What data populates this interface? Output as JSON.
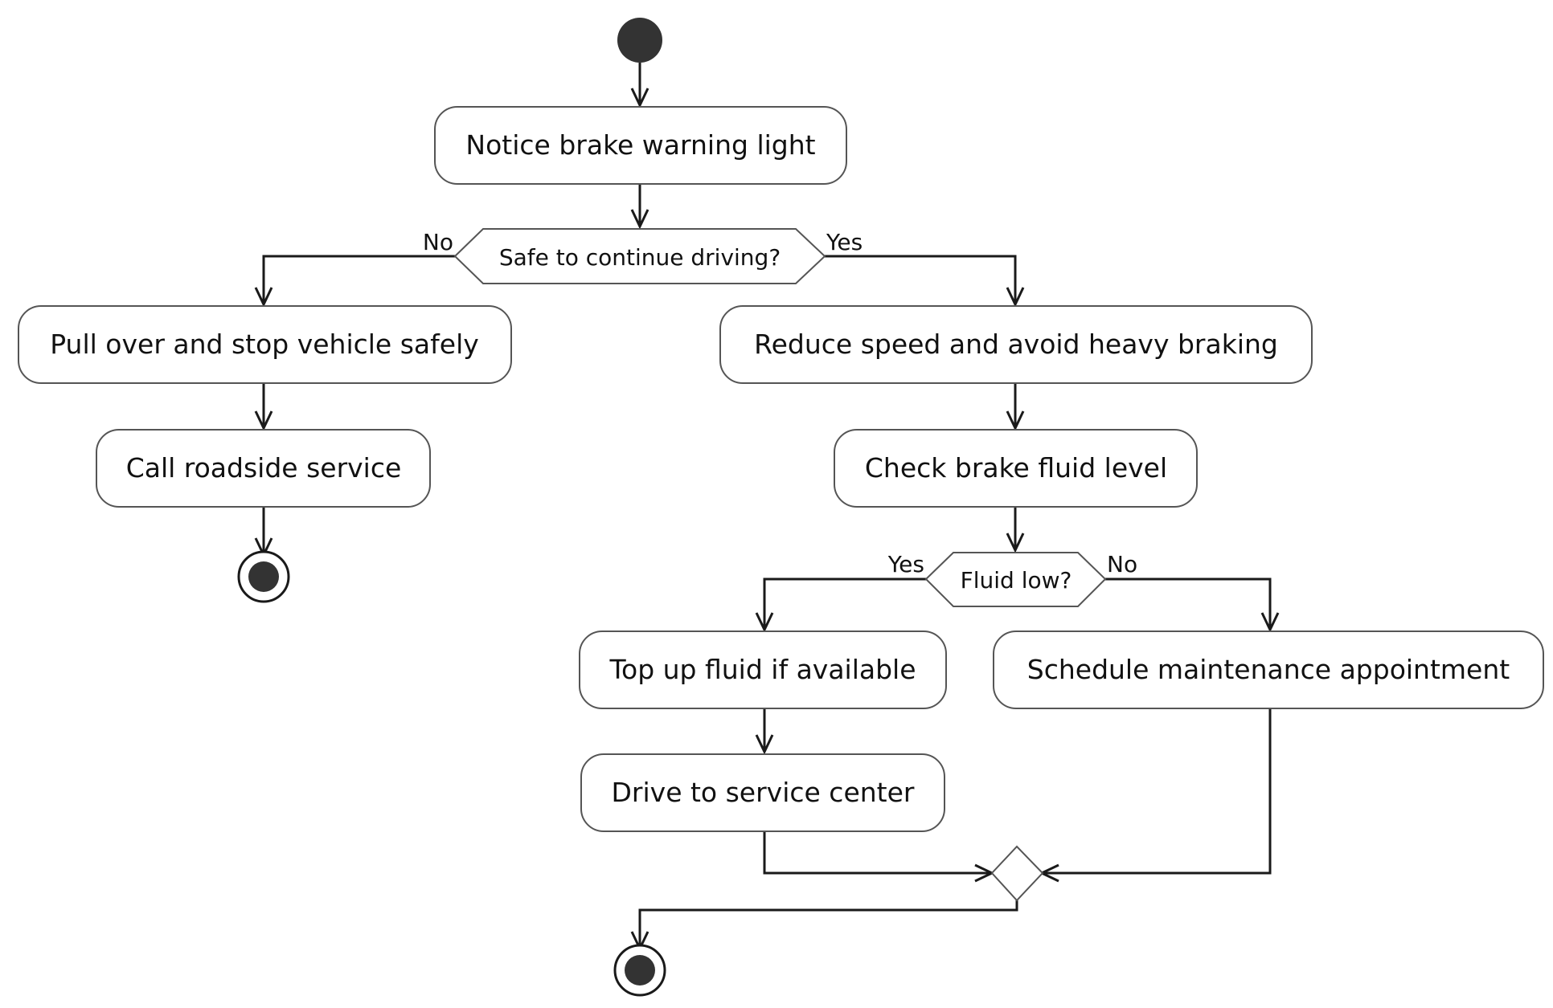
{
  "diagram": {
    "activities": {
      "notice": "Notice brake warning light",
      "pull_over": "Pull over and stop vehicle safely",
      "call_roadside": "Call roadside service",
      "reduce_speed": "Reduce speed and avoid heavy braking",
      "check_fluid": "Check brake fluid level",
      "top_up": "Top up fluid if available",
      "schedule": "Schedule maintenance appointment",
      "drive_service": "Drive to service center"
    },
    "decisions": {
      "safe": {
        "question": "Safe to continue driving?",
        "no_label": "No",
        "yes_label": "Yes"
      },
      "fluid": {
        "question": "Fluid low?",
        "yes_label": "Yes",
        "no_label": "No"
      }
    },
    "colors": {
      "node_fill": "#333333",
      "box_stroke": "#555555",
      "edge": "#1a1a1a"
    }
  }
}
